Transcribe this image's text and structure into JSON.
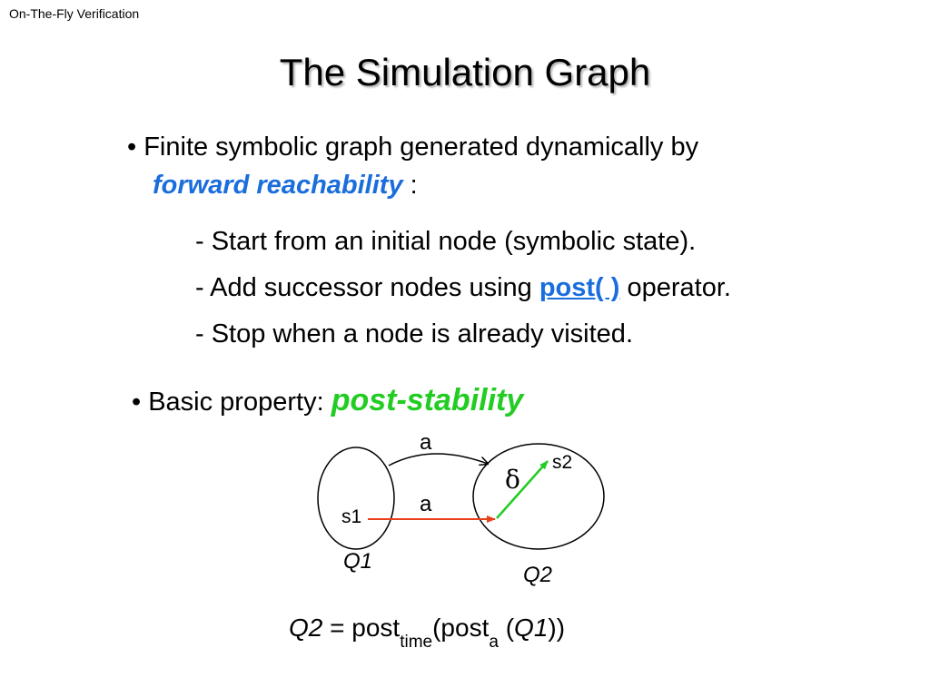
{
  "header": {
    "text": "On-The-Fly Verification"
  },
  "title": "The Simulation Graph",
  "bullet1": {
    "text": "• Finite symbolic graph generated dynamically by",
    "emphasis": "forward reachability",
    "suffix": " :"
  },
  "steps": [
    {
      "text": "- Start from an initial node (symbolic state)."
    },
    {
      "prefix": "- Add successor nodes using ",
      "link": "post( )",
      "suffix": " operator."
    },
    {
      "text": "- Stop when a node is already visited."
    }
  ],
  "bullet2": {
    "prefix": "• Basic property: ",
    "emphasis": "post-stability"
  },
  "diagram": {
    "top_edge_label": "a",
    "red_edge_label": "a",
    "delta_label": "δ",
    "state1": "s1",
    "state2": "s2",
    "set1": "Q1",
    "set2": "Q2",
    "colors": {
      "red_edge": "#e8401a",
      "green_edge": "#22cc22"
    }
  },
  "formula": {
    "lhs": "Q2",
    "eq": " = post",
    "sub_time": "time",
    "open": "(post",
    "sub_a": "a",
    "paren_open": " (",
    "arg": "Q1",
    "close": "))"
  }
}
